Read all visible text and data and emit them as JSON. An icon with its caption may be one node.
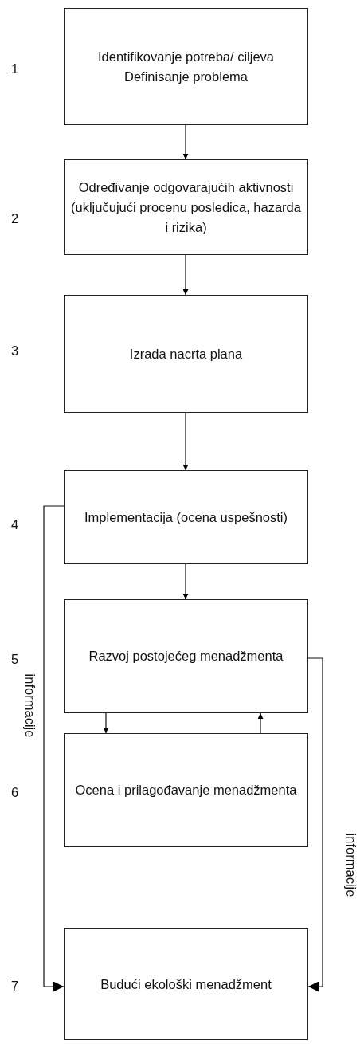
{
  "diagram": {
    "nodes": [
      {
        "text": [
          "Identifikovanje potreba/ ciljeva Definisanje problema"
        ]
      },
      {
        "text": [
          "Određivanje odgovarajućih aktivnosti (uključujući procenu posledica, hazarda i rizika)"
        ]
      },
      {
        "text": [
          "Izrada nacrta plana"
        ]
      },
      {
        "text": [
          "Implementacija (ocena uspešnosti)"
        ]
      },
      {
        "text": [
          "Razvoj postojećeg menadžmenta"
        ]
      },
      {
        "text": [
          "Ocena i prilagođavanje menadžmenta"
        ]
      },
      {
        "text": [
          "Budući ekološki menadžment"
        ]
      }
    ],
    "edges": [
      {
        "from": 0,
        "to": 1,
        "arrow": "to"
      },
      {
        "from": 1,
        "to": 2,
        "arrow": "to"
      },
      {
        "from": 2,
        "to": 3,
        "arrow": "to"
      },
      {
        "from": 3,
        "to": 4,
        "arrow": "to"
      },
      {
        "from": 4,
        "to": 5,
        "arrow": "to"
      },
      {
        "from": 5,
        "to": 4,
        "arrow": "to"
      },
      {
        "from": 3,
        "to": 6,
        "arrow": "to",
        "label": "informacije"
      },
      {
        "from": 4,
        "to": 6,
        "arrow": "to",
        "label": "informacije"
      }
    ],
    "labels": [
      "1",
      "2",
      "3",
      "4",
      "5",
      "6",
      "7"
    ]
  }
}
